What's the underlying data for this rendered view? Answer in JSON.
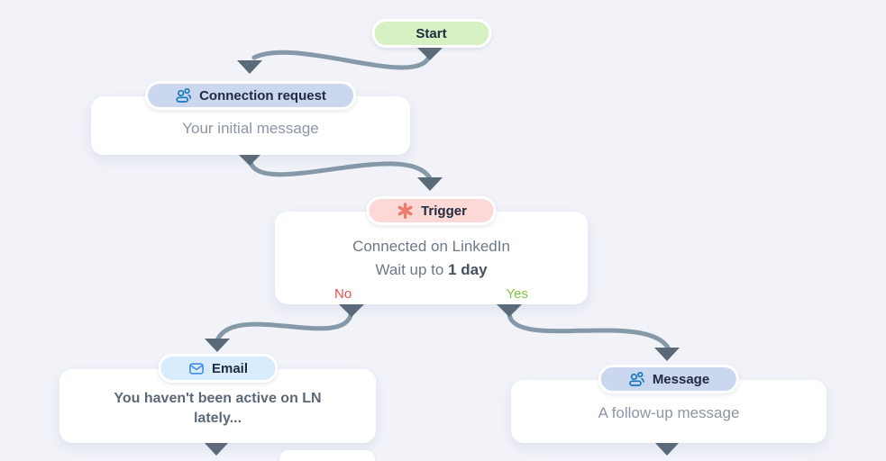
{
  "flow": {
    "nodes": {
      "start": {
        "label": "Start"
      },
      "connection_request": {
        "label": "Connection request",
        "icon": "people-icon",
        "body": "Your initial message"
      },
      "trigger": {
        "label": "Trigger",
        "icon": "asterisk-icon",
        "condition": "Connected on LinkedIn",
        "wait_prefix": "Wait up to ",
        "wait_value": "1 day",
        "no_label": "No",
        "yes_label": "Yes"
      },
      "email": {
        "label": "Email",
        "icon": "envelope-icon",
        "body": "You haven't been active on LN lately..."
      },
      "message": {
        "label": "Message",
        "icon": "people-icon",
        "body": "A follow-up message"
      }
    },
    "edges": [
      {
        "from": "start",
        "to": "connection_request"
      },
      {
        "from": "connection_request",
        "to": "trigger"
      },
      {
        "from": "trigger",
        "branch": "No",
        "to": "email"
      },
      {
        "from": "trigger",
        "branch": "Yes",
        "to": "message"
      }
    ]
  },
  "colors": {
    "background": "#f1f3f9",
    "start_pill": "#d7f2c2",
    "blue_pill": "#cbd7ef",
    "pink_pill": "#fcd8d6",
    "lightblue_pill": "#d9ecfb",
    "edge_line": "#8699a8",
    "arrowhead": "#5b6a79",
    "no_label": "#e4504d",
    "yes_label": "#82c440",
    "people_icon": "#1878ba",
    "envelope_icon": "#4c90ec",
    "asterisk_icon": "#ee7c6c"
  }
}
